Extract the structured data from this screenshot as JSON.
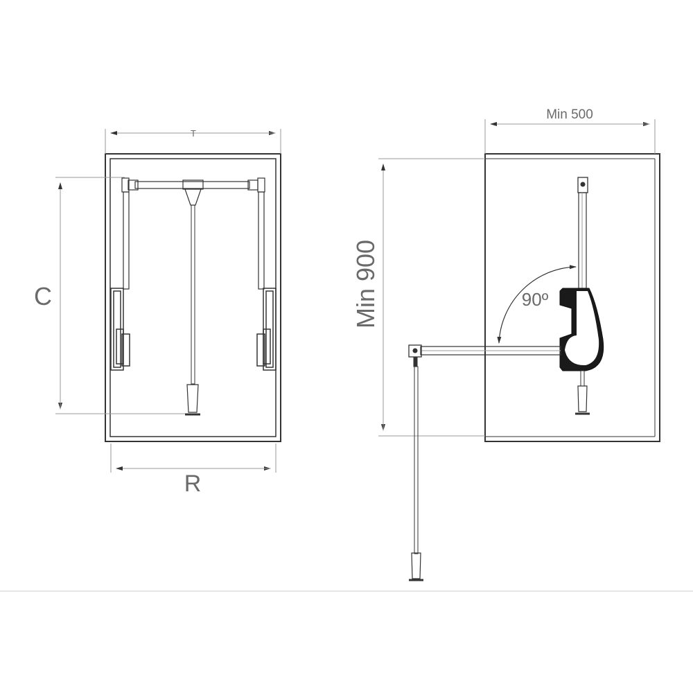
{
  "front_view": {
    "width_label": "T",
    "height_label": "C",
    "inner_width_label": "R"
  },
  "side_view": {
    "min_depth_label": "Min 500",
    "min_height_label": "Min 900",
    "angle_label": "90º"
  },
  "colors": {
    "line": "#333333",
    "dim": "#888888",
    "text": "#6a6a6a"
  }
}
